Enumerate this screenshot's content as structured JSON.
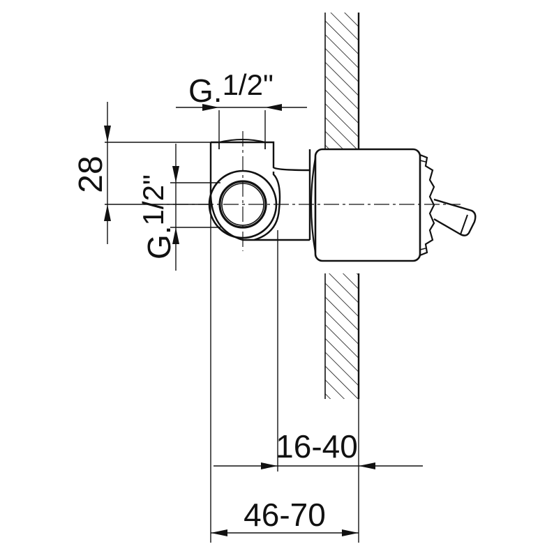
{
  "dimensions": {
    "top_thread_prefix": "G.",
    "top_thread_fraction": "1/2\"",
    "side_thread_prefix": "G.",
    "side_thread_fraction": "1/2\"",
    "height": "28",
    "wall_range": "16-40",
    "total_range": "46-70"
  },
  "colors": {
    "line": "#111111",
    "background": "#ffffff"
  }
}
